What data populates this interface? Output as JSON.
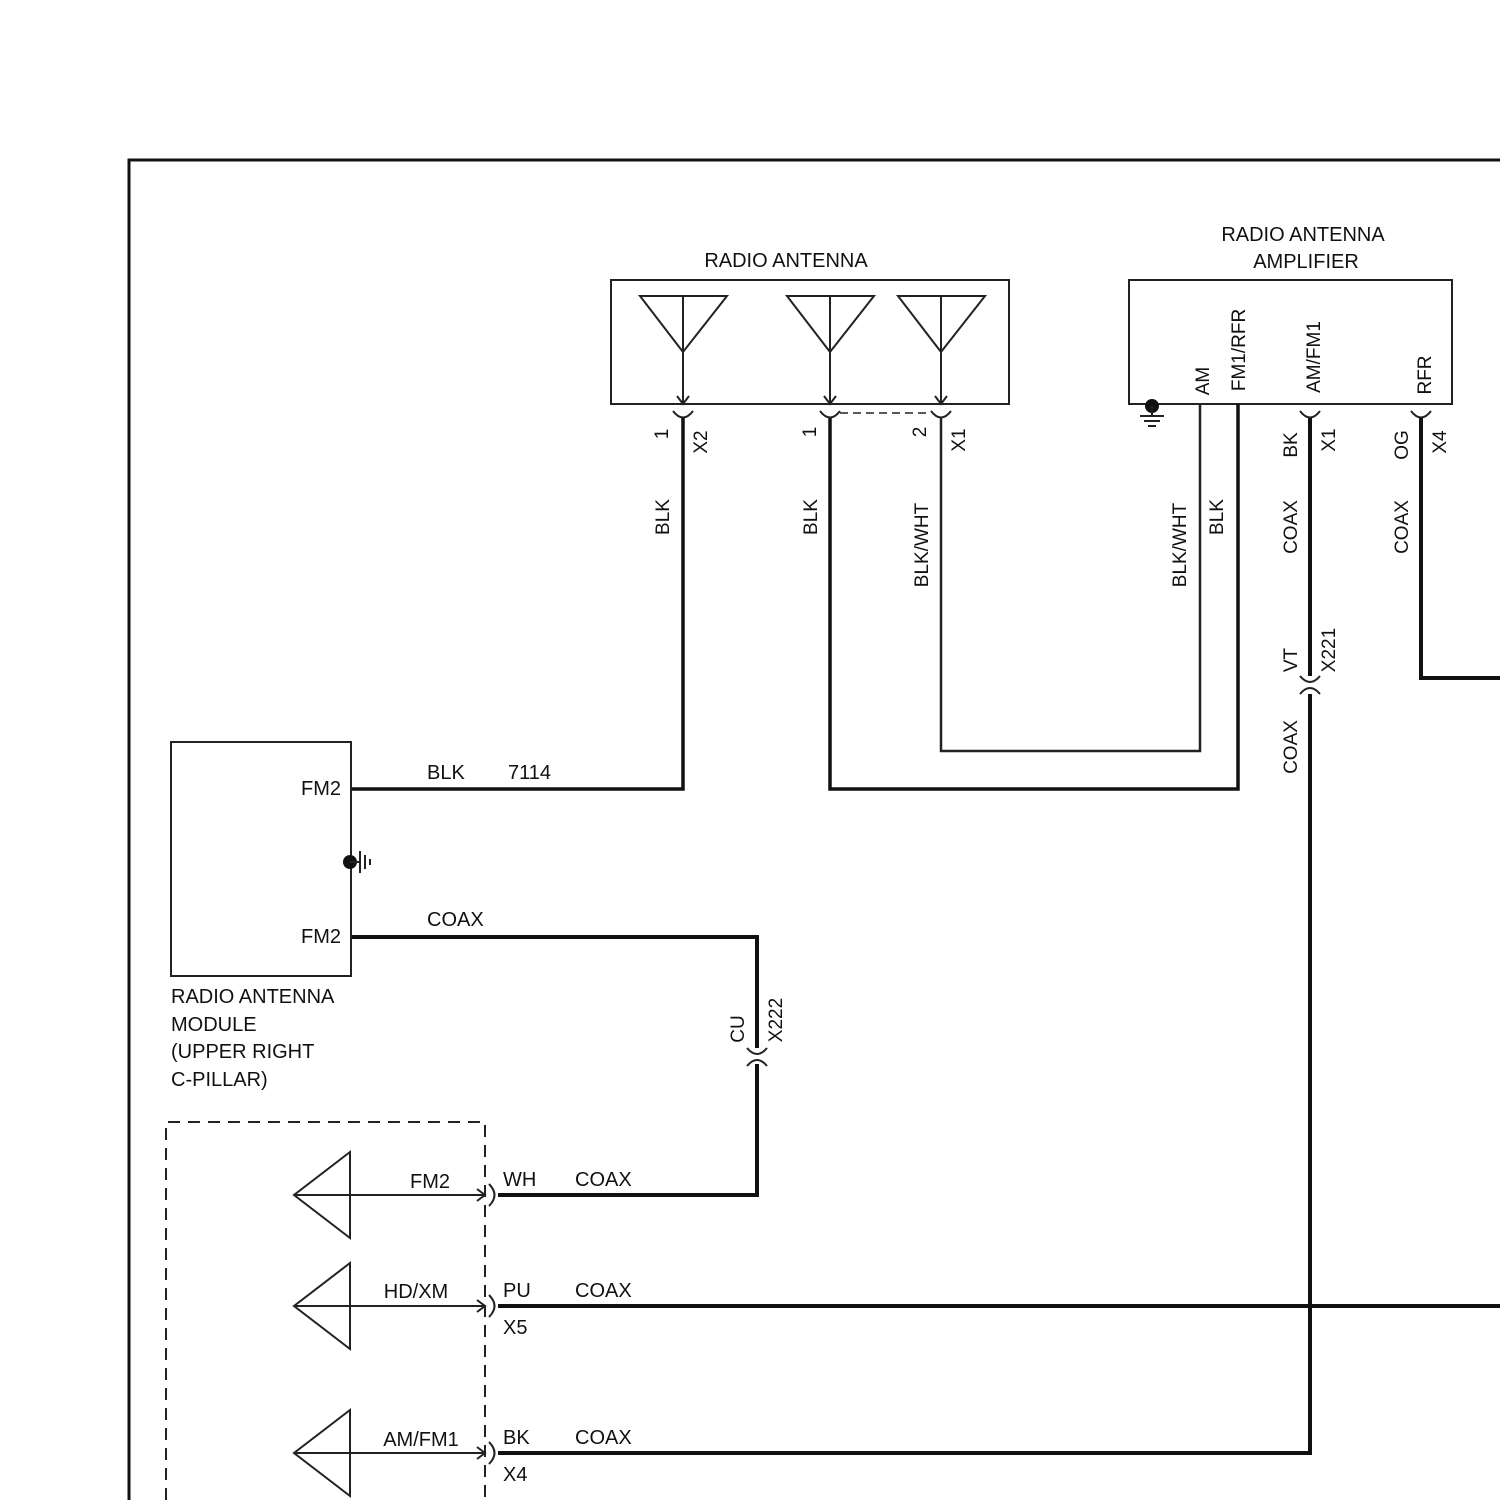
{
  "components": {
    "radio_antenna": {
      "title": "RADIO ANTENNA"
    },
    "amplifier": {
      "title_line1": "RADIO ANTENNA",
      "title_line2": "AMPLIFIER",
      "pins": {
        "am": "AM",
        "fm1rfr": "FM1/RFR",
        "amfm1": "AM/FM1",
        "rfr": "RFR"
      }
    },
    "module": {
      "pin_top": "FM2",
      "pin_bottom": "FM2",
      "caption": [
        "RADIO ANTENNA",
        "MODULE",
        "(UPPER RIGHT",
        "C-PILLAR)"
      ]
    },
    "receiver": {
      "inputs": [
        "FM2",
        "HD/XM",
        "AM/FM1"
      ]
    }
  },
  "connectors": {
    "x2_pin": "1",
    "x2_name": "X2",
    "x1a_pin1": "1",
    "x1a_pin2": "2",
    "x1a_name": "X1",
    "amp_x1_color": "BK",
    "amp_x1_name": "X1",
    "amp_x4_color": "OG",
    "amp_x4_name": "X4",
    "x221_color": "VT",
    "x221_name": "X221",
    "x222_color": "CU",
    "x222_name": "X222",
    "rx_fm2_color": "WH",
    "rx_hdxm_color": "PU",
    "rx_hdxm_name": "X5",
    "rx_amfm1_color": "BK",
    "rx_amfm1_name": "X4"
  },
  "wires": {
    "ant_x2": "BLK",
    "ant_x1_pin1": "BLK",
    "ant_x1_pin2": "BLK/WHT",
    "amp_am": "BLK/WHT",
    "amp_fm1rfr": "BLK",
    "amp_x1_upper": "COAX",
    "amp_x1_lower": "COAX",
    "amp_x4": "COAX",
    "module_top_color": "BLK",
    "module_top_circuit": "7114",
    "module_bottom": "COAX",
    "rx_fm2": "COAX",
    "rx_hdxm": "COAX",
    "rx_amfm1": "COAX"
  },
  "colors": {
    "line": "#111111",
    "background": "#ffffff"
  }
}
